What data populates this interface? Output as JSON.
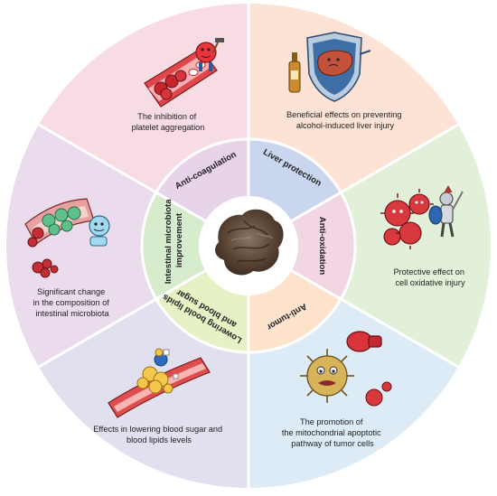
{
  "colors": {
    "sector_anticoagulation": "#f7dde3",
    "sector_liver": "#fde3d6",
    "sector_antioxidation": "#e3f0d9",
    "sector_antitumor": "#dcebf5",
    "sector_lipids": "#e0e0ef",
    "sector_microbiota": "#eadcec",
    "ring_anticoagulation": "#e7d4e8",
    "ring_liver": "#c9d6ee",
    "ring_antioxidation": "#f3d6e3",
    "ring_antitumor": "#fde2cc",
    "ring_lipids": "#e6f2c6",
    "ring_microbiota": "#d6eccd"
  },
  "sectors": [
    {
      "key": "anticoagulation",
      "ring_label": "Anti-coagulation",
      "description": [
        "The inhibition of",
        "platelet aggregation"
      ],
      "icon": "blood-vessel-platelet-icon"
    },
    {
      "key": "liver",
      "ring_label": "Liver protection",
      "description": [
        "Beneficial effects on  preventing",
        "alcohol-induced liver injury"
      ],
      "icon": "liver-shield-icon"
    },
    {
      "key": "antioxidation",
      "ring_label": "Anti-oxidation",
      "description": [
        "Protective effect on",
        "cell oxidative injury"
      ],
      "icon": "knight-virus-icon"
    },
    {
      "key": "antitumor",
      "ring_label": "Anti-tumor",
      "description": [
        "The promotion of",
        "the mitochondrial apoptotic",
        "pathway of tumor cells"
      ],
      "icon": "tumor-boxing-icon"
    },
    {
      "key": "lipids",
      "ring_label": [
        "Lowering boold lipids",
        "and blood sugar"
      ],
      "description": [
        "Effects in lowering blood sugar and",
        "blood lipids levels"
      ],
      "icon": "vessel-lipid-icon"
    },
    {
      "key": "microbiota",
      "ring_label": [
        "Intestinal microbiota",
        "improvement"
      ],
      "description": [
        "Significant change",
        "in the composition of",
        "intestinal microbiota"
      ],
      "icon": "gut-microbiota-icon"
    }
  ],
  "center": {
    "icon": "dried-mushroom-icon"
  }
}
